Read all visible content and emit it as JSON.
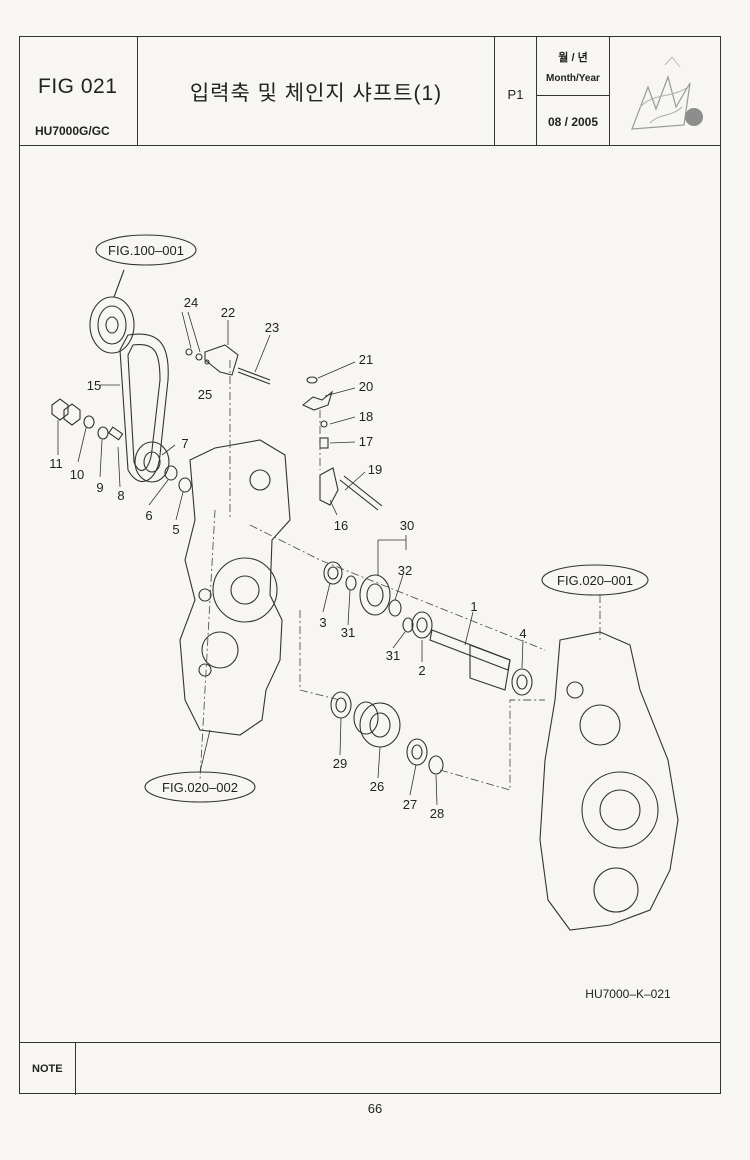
{
  "header": {
    "fig_number": "FIG 021",
    "model": "HU7000G/GC",
    "title": "입력축 및 체인지 샤프트(1)",
    "page_code": "P1",
    "month_year_ko": "월 / 년",
    "month_year_en": "Month/Year",
    "date": "08 / 2005"
  },
  "diagram": {
    "refs": {
      "fig100": "FIG.100–001",
      "fig020_001": "FIG.020–001",
      "fig020_002": "FIG.020–002"
    },
    "part_numbers": [
      "1",
      "2",
      "3",
      "4",
      "5",
      "6",
      "7",
      "8",
      "9",
      "10",
      "11",
      "15",
      "16",
      "17",
      "18",
      "19",
      "20",
      "21",
      "22",
      "23",
      "24",
      "25",
      "26",
      "27",
      "28",
      "29",
      "30",
      "31",
      "31",
      "32"
    ],
    "drawing_code": "HU7000–K–021"
  },
  "note_label": "NOTE",
  "page_number": "66"
}
